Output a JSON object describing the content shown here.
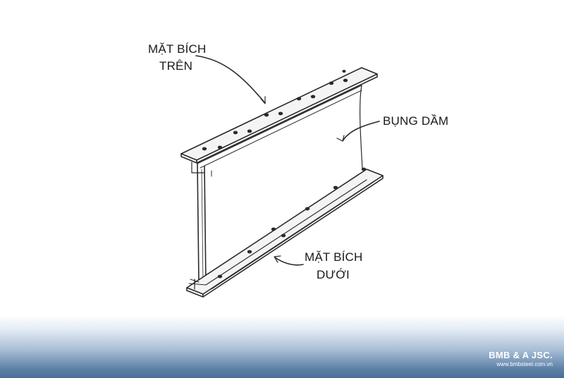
{
  "labels": {
    "top_flange": [
      "MẶT BÍCH",
      "TRÊN"
    ],
    "web": "BỤNG DẦM",
    "bottom_flange": [
      "MẶT BÍCH",
      "DƯỚI"
    ]
  },
  "brand": {
    "name": "BMB & A JSC.",
    "url": "www.bmbsteel.com.vn"
  },
  "colors": {
    "line": "#2a2a2a",
    "footer_top": "#ffffff",
    "footer_bottom": "#4a6e97",
    "brand_text": "#ffffff"
  }
}
